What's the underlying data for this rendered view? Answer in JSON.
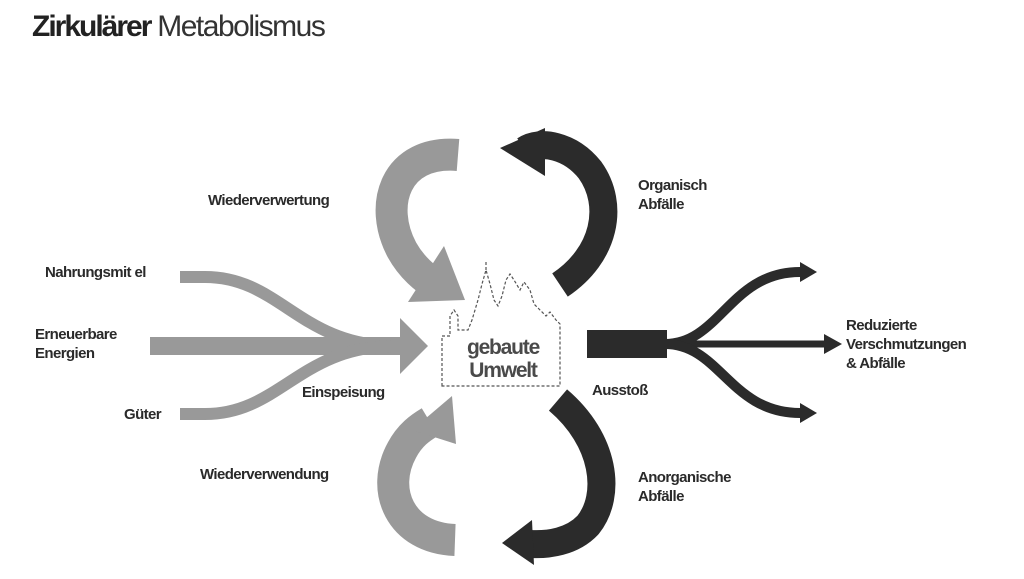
{
  "title": {
    "bold": "Zirkulärer",
    "light": "Metabolismus"
  },
  "loops": {
    "recycling": "Wiederverwertung",
    "organic": [
      "Organisch",
      "Abfälle"
    ],
    "reuse": "Wiederverwendung",
    "inorganic": [
      "Anorganische",
      "Abfälle"
    ]
  },
  "inputs": {
    "food": "Nahrungsmit el",
    "energy": [
      "Erneuerbare",
      "Energien"
    ],
    "goods": "Güter",
    "feed_in": "Einspeisung"
  },
  "center": [
    "gebaute",
    "Umwelt"
  ],
  "outputs": {
    "emission": "Ausstoß",
    "reduced": [
      "Reduzierte",
      "Verschmutzungen",
      "& Abfälle"
    ]
  },
  "colors": {
    "gray_flow": "#999999",
    "dark_flow": "#2b2b2b"
  }
}
